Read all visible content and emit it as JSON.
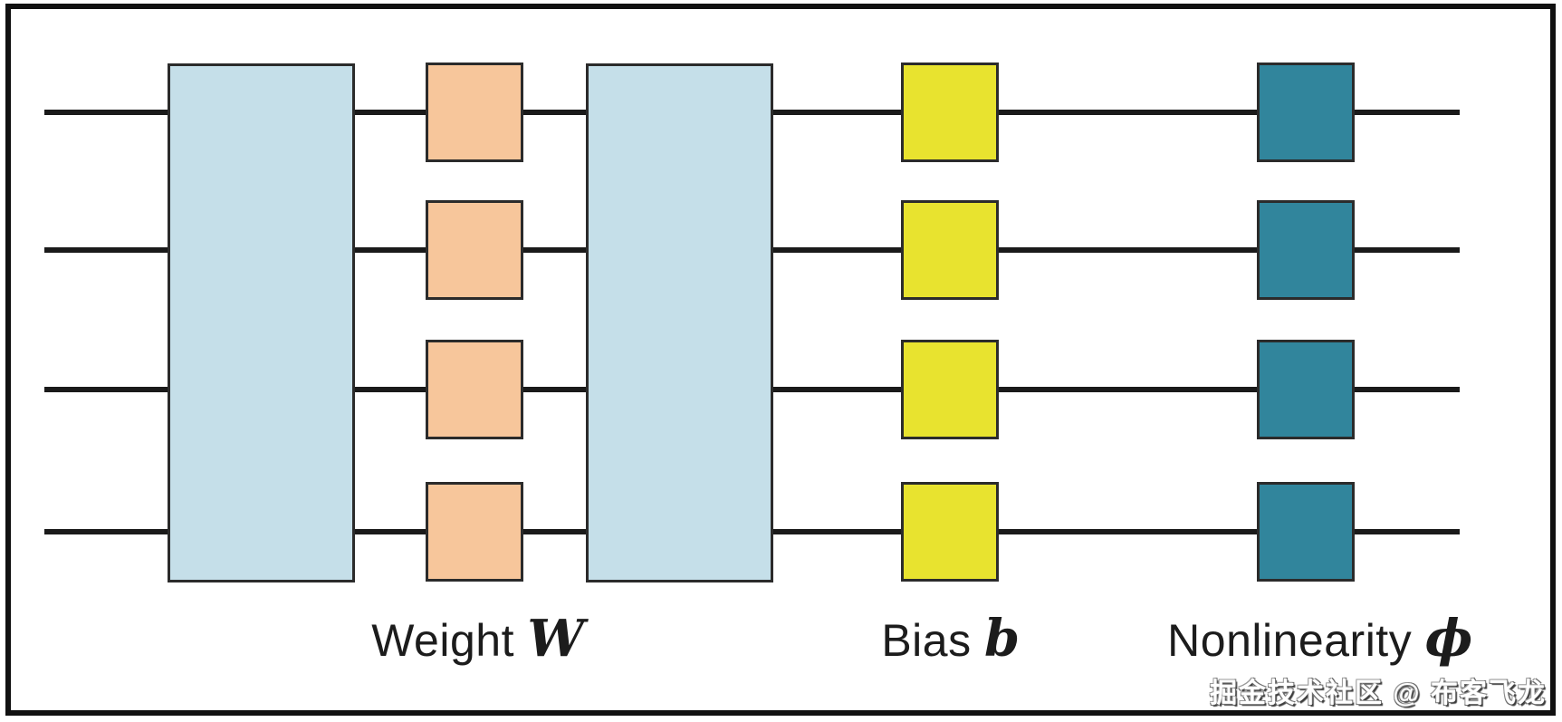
{
  "figure": {
    "type": "quantum-circuit-layer-diagram",
    "wire_count": 4,
    "labels": {
      "weight": {
        "word": "Weight",
        "symbol": "W"
      },
      "bias": {
        "word": "Bias",
        "symbol": "b"
      },
      "nonlinearity": {
        "word": "Nonlinearity",
        "symbol": "ϕ"
      }
    }
  },
  "colors": {
    "background": "#ffffff",
    "frame_border": "#111111",
    "wire": "#1a1a1a",
    "gate_border": "#2b2b2b",
    "weight_block": "#c5dfe9",
    "phase_gate": "#f7c69b",
    "bias_gate": "#e8e32f",
    "nonlinearity_gate": "#31859c",
    "label_text": "#1c1c1c"
  },
  "watermark": {
    "text": "掘金技术社区 @ 布客飞龙"
  }
}
